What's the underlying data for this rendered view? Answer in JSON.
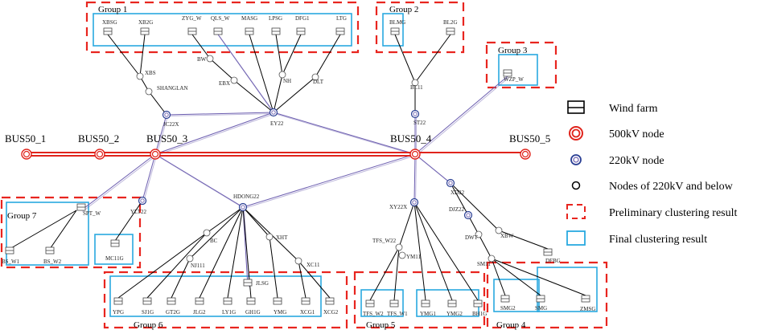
{
  "buses": [
    {
      "id": "BUS50_1",
      "label": "BUS50_1"
    },
    {
      "id": "BUS50_2",
      "label": "BUS50_2"
    },
    {
      "id": "BUS50_3",
      "label": "BUS50_3"
    },
    {
      "id": "BUS50_4",
      "label": "BUS50_4"
    },
    {
      "id": "BUS50_5",
      "label": "BUS50_5"
    }
  ],
  "groups": [
    {
      "id": "g1",
      "label": "Group 1"
    },
    {
      "id": "g2",
      "label": "Group 2"
    },
    {
      "id": "g3",
      "label": "Group 3"
    },
    {
      "id": "g4",
      "label": "Group 4"
    },
    {
      "id": "g5",
      "label": "Group 5"
    },
    {
      "id": "g6",
      "label": "Group 6"
    },
    {
      "id": "g7",
      "label": "Group 7"
    }
  ],
  "wind_farms": [
    {
      "id": "XBSG",
      "label": "XBSG"
    },
    {
      "id": "XB2G",
      "label": "XB2G"
    },
    {
      "id": "ZYG_W",
      "label": "ZYG_W"
    },
    {
      "id": "QLS_W",
      "label": "QLS_W"
    },
    {
      "id": "MASG",
      "label": "MASG"
    },
    {
      "id": "LPSG",
      "label": "LPSG"
    },
    {
      "id": "DFG1",
      "label": "DFG1"
    },
    {
      "id": "LTG",
      "label": "LTG"
    },
    {
      "id": "BLMG",
      "label": "BLMG"
    },
    {
      "id": "BL2G",
      "label": "BL2G"
    },
    {
      "id": "WZP_W",
      "label": "WZP_W"
    },
    {
      "id": "SPT_W",
      "label": "SPT_W"
    },
    {
      "id": "BS_W1",
      "label": "BS_W1"
    },
    {
      "id": "BS_W2",
      "label": "BS_W2"
    },
    {
      "id": "MC11G",
      "label": "MC11G"
    },
    {
      "id": "YPG",
      "label": "YPG"
    },
    {
      "id": "SJ1G",
      "label": "SJ1G"
    },
    {
      "id": "GT2G",
      "label": "GT2G"
    },
    {
      "id": "JLG2",
      "label": "JLG2"
    },
    {
      "id": "LY1G",
      "label": "LY1G"
    },
    {
      "id": "GH1G",
      "label": "GH1G"
    },
    {
      "id": "JLSG",
      "label": "JLSG"
    },
    {
      "id": "YMG",
      "label": "YMG"
    },
    {
      "id": "XCG1",
      "label": "XCG1"
    },
    {
      "id": "XCG2",
      "label": "XCG2"
    },
    {
      "id": "TFS_W2",
      "label": "TFS_W2"
    },
    {
      "id": "TFS_W1",
      "label": "TFS_W1"
    },
    {
      "id": "YMG1",
      "label": "YMG1"
    },
    {
      "id": "YMG2",
      "label": "YMG2"
    },
    {
      "id": "BH1G",
      "label": "BH1G"
    },
    {
      "id": "SMG2",
      "label": "SMG2"
    },
    {
      "id": "SMG",
      "label": "SMG"
    },
    {
      "id": "DFBG",
      "label": "DFBG"
    },
    {
      "id": "ZMSG",
      "label": "ZMSG"
    }
  ],
  "nodes_220": [
    {
      "id": "JC22X",
      "label": "JC22X"
    },
    {
      "id": "EY22",
      "label": "EY22"
    },
    {
      "id": "ST22",
      "label": "ST22"
    },
    {
      "id": "YLT22",
      "label": "YLT22"
    },
    {
      "id": "HDONG22",
      "label": "HDONG22"
    },
    {
      "id": "XY22X",
      "label": "XY22X"
    },
    {
      "id": "XD22",
      "label": "XD22"
    },
    {
      "id": "DJZ22",
      "label": "DJZ22"
    }
  ],
  "nodes_small": [
    {
      "id": "XBS",
      "label": "XBS"
    },
    {
      "id": "SHANGLAN",
      "label": "SHANGLAN"
    },
    {
      "id": "BW",
      "label": "BW"
    },
    {
      "id": "EBX",
      "label": "EBX"
    },
    {
      "id": "NH",
      "label": "NH"
    },
    {
      "id": "DLT",
      "label": "DLT"
    },
    {
      "id": "BL11",
      "label": "BL11"
    },
    {
      "id": "BC",
      "label": "BC"
    },
    {
      "id": "NJ111",
      "label": "NJ111"
    },
    {
      "id": "XHT",
      "label": "XHT"
    },
    {
      "id": "XC11",
      "label": "XC11"
    },
    {
      "id": "TFS_W22",
      "label": "TFS_W22"
    },
    {
      "id": "YM11",
      "label": "YM11"
    },
    {
      "id": "DWT",
      "label": "DWT"
    },
    {
      "id": "SM11",
      "label": "SM11"
    },
    {
      "id": "XBW",
      "label": "XBW"
    }
  ],
  "legend": [
    {
      "icon": "wind-farm",
      "label": "Wind farm"
    },
    {
      "icon": "node-500kv",
      "label": "500kV node"
    },
    {
      "icon": "node-220kv",
      "label": "220kV node"
    },
    {
      "icon": "node-small",
      "label": "Nodes of 220kV and below"
    },
    {
      "icon": "preliminary-box",
      "label": "Preliminary clustering result"
    },
    {
      "icon": "final-box",
      "label": "Final clustering result"
    }
  ],
  "colors": {
    "bus_line": "#e0241c",
    "preliminary_box": "#e8251f",
    "final_box": "#29a9e0",
    "node_220kv": "#2a3f94",
    "tie_line": "#6d5fb0"
  }
}
